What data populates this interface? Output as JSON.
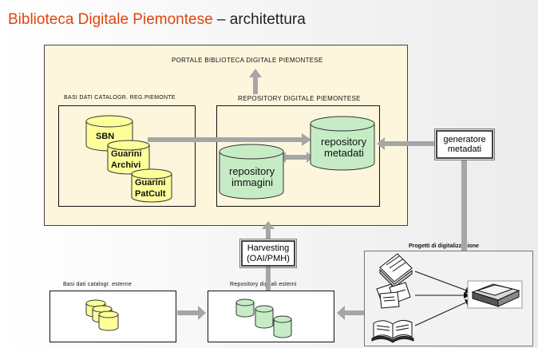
{
  "title": {
    "part1": "Biblioteca Digitale Piemontese",
    "part2": " – architettura",
    "accent_color": "#e0450d"
  },
  "portal": {
    "label": "PORTALE BIBLIOTECA DIGITALE PIEMONTESE"
  },
  "basi_regionali": {
    "label": "BASI DATI CATALOGR. REG.PIEMONTE",
    "dbs": [
      "SBN",
      "Guarini Archivi",
      "Guarini PatCult"
    ]
  },
  "repository_bdp": {
    "label": "REPOSITORY DIGITALE PIEMONTESE",
    "metadati": "repository metadati",
    "immagini": "repository immagini"
  },
  "generatore": "generatore metadati",
  "harvesting": "Harvesting (OAI/PMH)",
  "progetti": {
    "label": "Progetti di digitalizzazione"
  },
  "basi_esterne": {
    "label": "Basi dati catalogr. esterne"
  },
  "repository_esterni": {
    "label": "Repository digitali esterni"
  },
  "colors": {
    "cream_panel": "#fdf6dc",
    "yellow_cylinder": "#ffff99",
    "green_cylinder": "#c6ecc6",
    "arrow_gray": "#a6a6a6"
  }
}
